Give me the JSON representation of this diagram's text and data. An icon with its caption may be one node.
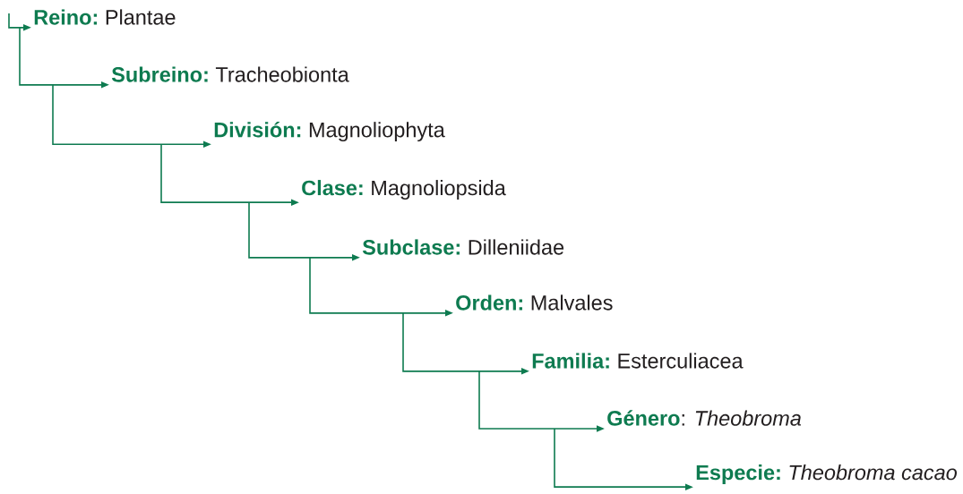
{
  "diagram": {
    "nodes": [
      {
        "text": [
          "Reino:",
          "Plantae"
        ]
      },
      {
        "text": [
          "Subreino:",
          "Tracheobionta"
        ]
      },
      {
        "text": [
          "División:",
          "Magnoliophyta"
        ]
      },
      {
        "text": [
          "Clase:",
          "Magnoliopsida"
        ]
      },
      {
        "text": [
          "Subclase:",
          "Dilleniidae"
        ]
      },
      {
        "text": [
          "Orden:",
          "Malvales"
        ]
      },
      {
        "text": [
          "Familia:",
          "Esterculiacea"
        ]
      },
      {
        "text": [
          "Género",
          ": *Theobroma*"
        ]
      },
      {
        "text": [
          "Especie:",
          "*Theobroma cacao*"
        ]
      }
    ],
    "edges": [
      {
        "from": null,
        "to": 0,
        "arrow": "to"
      },
      {
        "from": 0,
        "to": 1,
        "arrow": "to"
      },
      {
        "from": 1,
        "to": 2,
        "arrow": "to"
      },
      {
        "from": 2,
        "to": 3,
        "arrow": "to"
      },
      {
        "from": 3,
        "to": 4,
        "arrow": "to"
      },
      {
        "from": 4,
        "to": 5,
        "arrow": "to"
      },
      {
        "from": 5,
        "to": 6,
        "arrow": "to"
      },
      {
        "from": 6,
        "to": 7,
        "arrow": "to"
      },
      {
        "from": 7,
        "to": 8,
        "arrow": "to"
      }
    ]
  }
}
